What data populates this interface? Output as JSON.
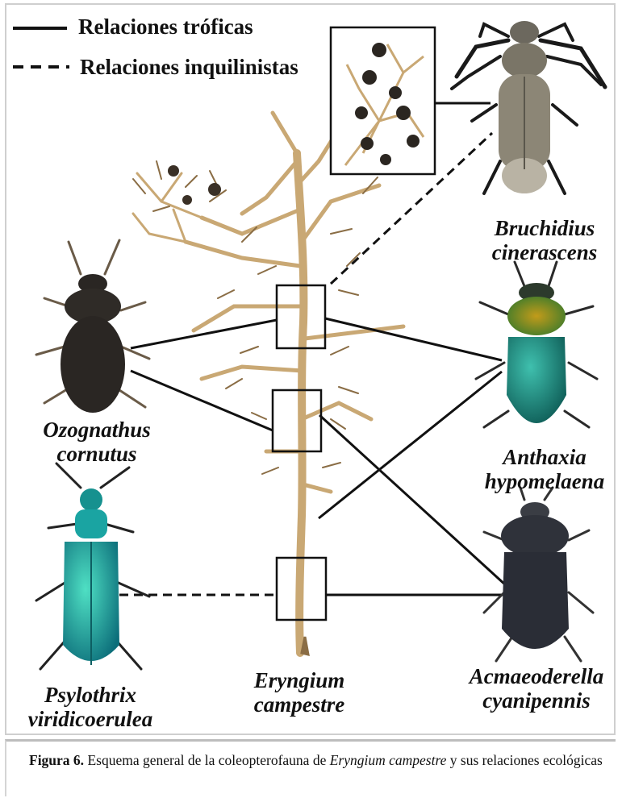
{
  "legend": {
    "trophic": "Relaciones tróficas",
    "inquiline": "Relaciones inquilinistas"
  },
  "species": {
    "bruchidius": [
      "Bruchidius",
      "cinerascens"
    ],
    "ozognathus": [
      "Ozognathus",
      "cornutus"
    ],
    "anthaxia": [
      "Anthaxia",
      "hypomelaena"
    ],
    "psylothrix": [
      "Psylothrix",
      "viridicoerulea"
    ],
    "eryngium": [
      "Eryngium",
      "campestre"
    ],
    "acmaeoderella": [
      "Acmaeoderella",
      "cyanipennis"
    ]
  },
  "caption": {
    "label": "Figura 6.",
    "text_before": " Esquema general de la coleopterofauna de ",
    "taxon": "Eryngium campestre",
    "text_after": " y sus relaciones ecológicas"
  },
  "colors": {
    "ozognathus": "#2a2623",
    "bruchidius": "#8c8676",
    "anthaxia_body": "#1f8b7a",
    "anthaxia_head": "#8c9a1c",
    "psylothrix": "#1aa4a2",
    "acmaeoderella": "#2a2d36",
    "plant": "#c9a874"
  }
}
